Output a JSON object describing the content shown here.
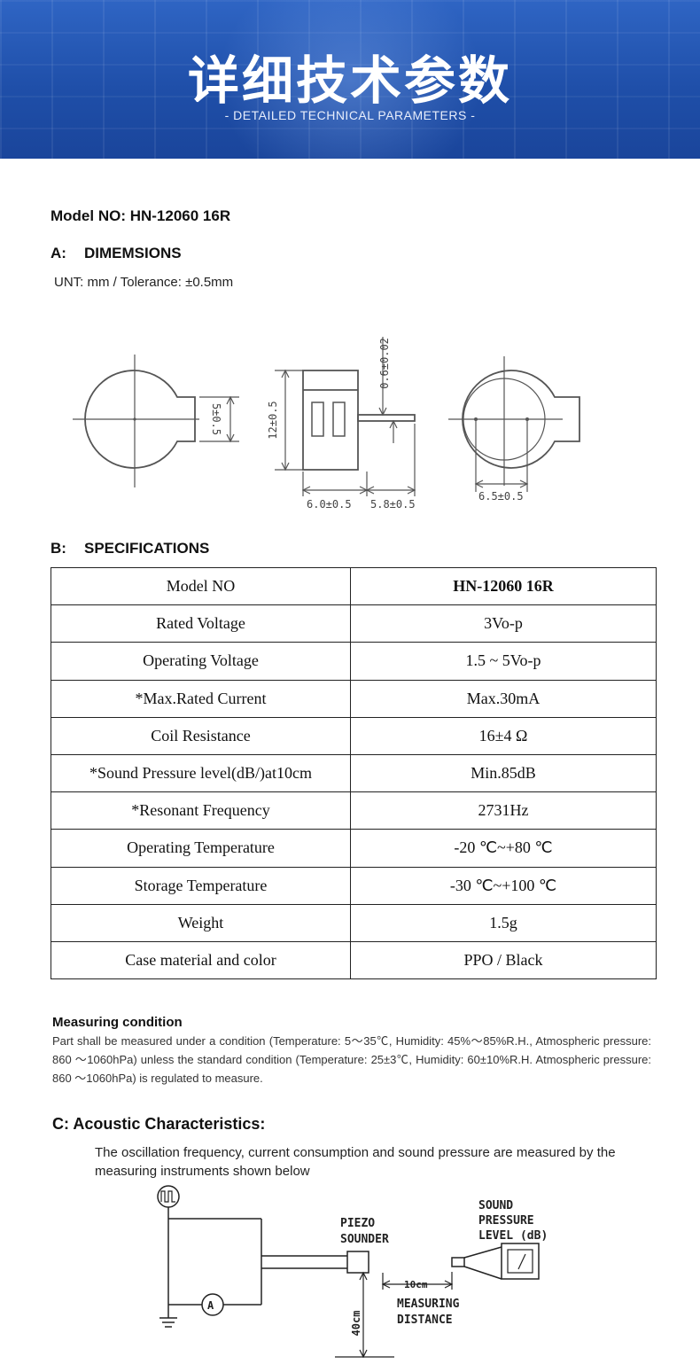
{
  "banner": {
    "title": "详细技术参数",
    "subtitle": "- DETAILED TECHNICAL PARAMETERS -"
  },
  "model_line": "Model NO: HN-12060 16R",
  "section_a": {
    "letter": "A:",
    "title": "DIMEMSIONS",
    "unit": "UNT: mm  /  Tolerance: ±0.5mm",
    "labels": {
      "width_5": "5±0.5",
      "height_12": "12±0.5",
      "pin_06": "0.6±0.02",
      "body_6": "6.0±0.5",
      "pin_58": "5.8±0.5",
      "pitch_65": "6.5±0.5"
    }
  },
  "section_b": {
    "letter": "B:",
    "title": "SPECIFICATIONS",
    "rows": [
      {
        "param": "Model NO",
        "value": "HN-12060 16R"
      },
      {
        "param": "Rated Voltage",
        "value": "3Vo-p"
      },
      {
        "param": "Operating Voltage",
        "value": "1.5 ~ 5Vo-p"
      },
      {
        "param": "*Max.Rated Current",
        "value": "Max.30mA"
      },
      {
        "param": "Coil Resistance",
        "value": "16±4 Ω"
      },
      {
        "param": "*Sound Pressure level(dB/)at10cm",
        "value": "Min.85dB"
      },
      {
        "param": "*Resonant Frequency",
        "value": "2731Hz"
      },
      {
        "param": "Operating Temperature",
        "value": "-20 ℃~+80 ℃"
      },
      {
        "param": "Storage Temperature",
        "value": "-30 ℃~+100 ℃"
      },
      {
        "param": "Weight",
        "value": "1.5g"
      },
      {
        "param": "Case material and color",
        "value": "PPO / Black"
      }
    ]
  },
  "measuring": {
    "title": "Measuring condition",
    "text": "Part shall be measured under a condition (Temperature: 5～35℃, Humidity: 45%～85%R.H., Atmospheric pressure: 860 ～1060hPa) unless the standard condition (Temperature: 25±3℃, Humidity: 60±10%R.H. Atmospheric pressure: 860 ～1060hPa) is regulated to measure."
  },
  "section_c": {
    "title": "C: Acoustic Characteristics:",
    "text": "The oscillation frequency, current consumption and sound pressure are measured by the measuring instruments shown below",
    "diagram": {
      "piezo_1": "PIEZO",
      "piezo_2": "SOUNDER",
      "spl_1": "SOUND",
      "spl_2": "PRESSURE",
      "spl_3": "LEVEL (dB)",
      "dist": "10cm",
      "meas_1": "MEASURING",
      "meas_2": "DISTANCE",
      "height": "40cm",
      "ammeter": "A"
    }
  },
  "colors": {
    "banner_blue": "#2055b0",
    "line": "#222222"
  }
}
